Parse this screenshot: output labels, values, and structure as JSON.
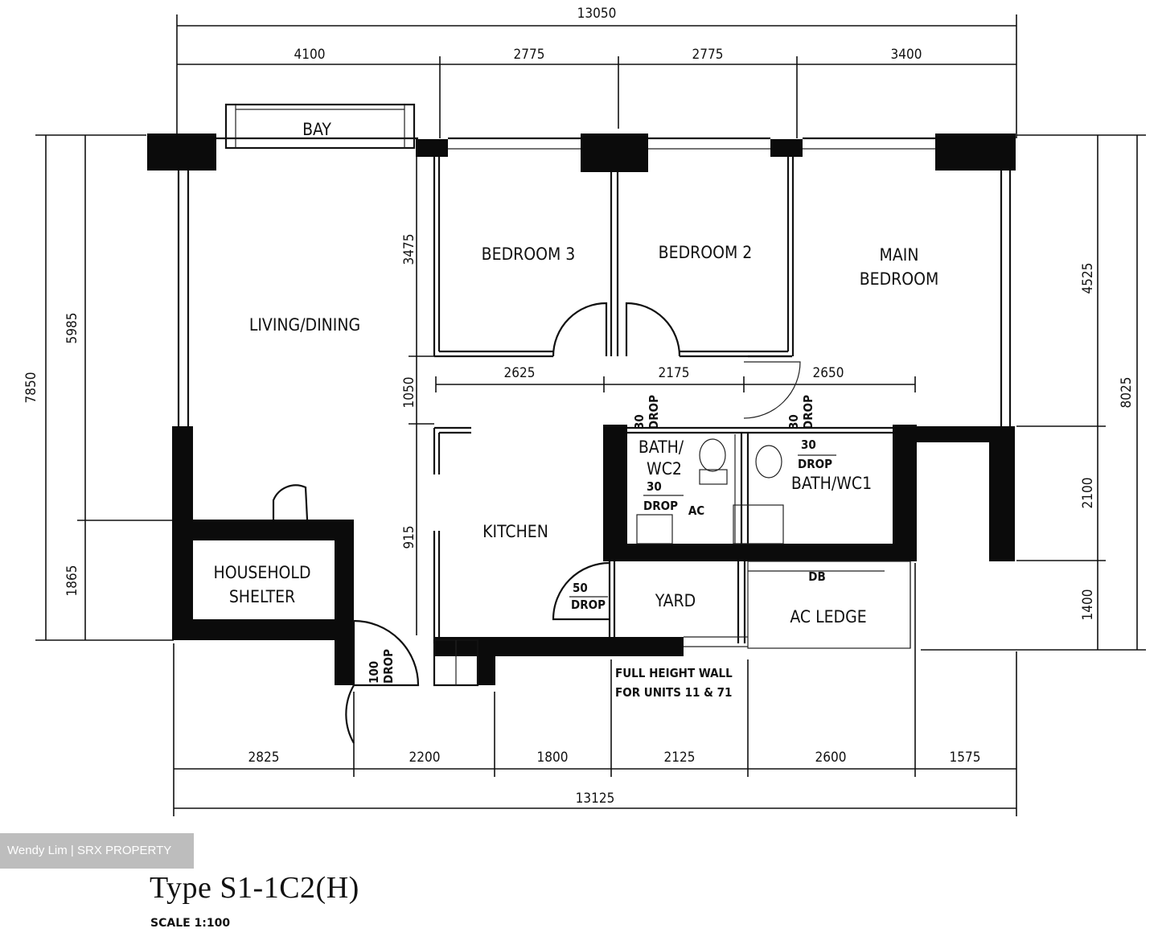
{
  "watermark": "Wendy Lim | SRX PROPERTY",
  "title": "Type S1-1C2(H)",
  "scale": "SCALE 1:100",
  "rooms": {
    "bay": "BAY",
    "bedroom3": "BEDROOM 3",
    "bedroom2": "BEDROOM 2",
    "main_bedroom_1": "MAIN",
    "main_bedroom_2": "BEDROOM",
    "living_dining": "LIVING/DINING",
    "bath_wc2_1": "BATH/",
    "bath_wc2_2": "WC2",
    "bath_wc1": "BATH/WC1",
    "kitchen": "KITCHEN",
    "household_shelter_1": "HOUSEHOLD",
    "household_shelter_2": "SHELTER",
    "yard": "YARD",
    "ac_ledge": "AC LEDGE",
    "dryer": "DB",
    "ac_label": "AC",
    "full_height_wall_1": "FULL HEIGHT WALL",
    "full_height_wall_2": "FOR UNITS 11 & 71"
  },
  "drops": {
    "drop30": "30",
    "drop50": "50",
    "drop100": "100",
    "drop_word": "DROP"
  },
  "dimensions": {
    "top_total": "13050",
    "top_1": "4100",
    "top_2": "2775",
    "top_3": "2775",
    "top_4": "3400",
    "left_total": "7850",
    "left_1": "5985",
    "left_2": "1865",
    "inner_1": "3475",
    "inner_2": "1050",
    "inner_3": "915",
    "mid_1": "2625",
    "mid_2": "2175",
    "mid_3": "2650",
    "right_total": "8025",
    "right_1": "4525",
    "right_2": "2100",
    "right_3": "1400",
    "bottom_1": "2825",
    "bottom_2": "2200",
    "bottom_3": "1800",
    "bottom_4": "2125",
    "bottom_5": "2600",
    "bottom_6": "1575",
    "bottom_total": "13125"
  }
}
